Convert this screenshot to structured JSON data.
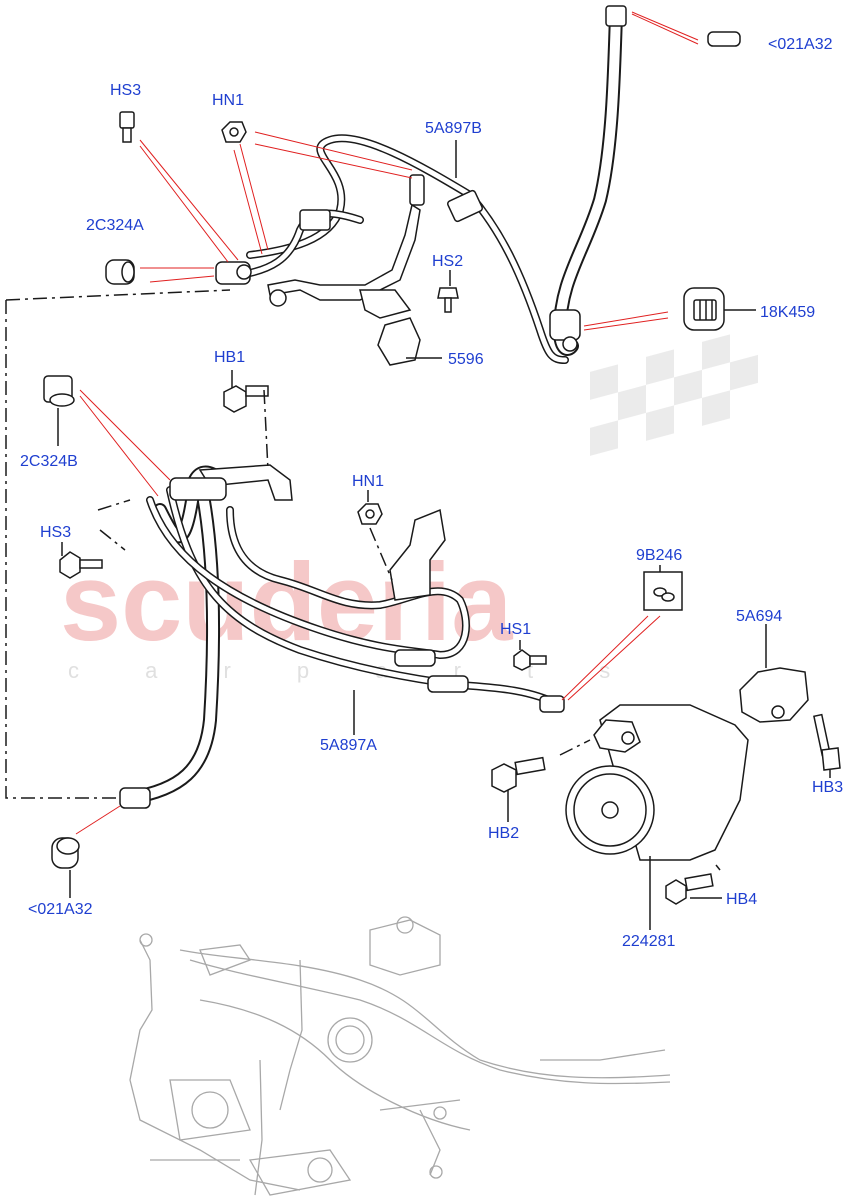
{
  "watermark": {
    "main": "scuderia",
    "sub": "c a r p a r t s"
  },
  "labels": {
    "hs3_top": "HS3",
    "hn1_top": "HN1",
    "a5a897b": "5A897B",
    "a021a32_top": "<021A32",
    "c2c324a": "2C324A",
    "hs2": "HS2",
    "k18k459": "18K459",
    "p5596": "5596",
    "hb1": "HB1",
    "c2c324b": "2C324B",
    "hs3_mid": "HS3",
    "hn1_mid": "HN1",
    "b9b246": "9B246",
    "hs1": "HS1",
    "a5a694": "5A694",
    "a5a897a": "5A897A",
    "hb3": "HB3",
    "hb2": "HB2",
    "hb4": "HB4",
    "p224281": "224281",
    "a021a32_bot": "<021A32"
  },
  "colors": {
    "label": "#1f3fd0",
    "callout_line": "#e02020",
    "watermark": "#f5c8c8"
  }
}
